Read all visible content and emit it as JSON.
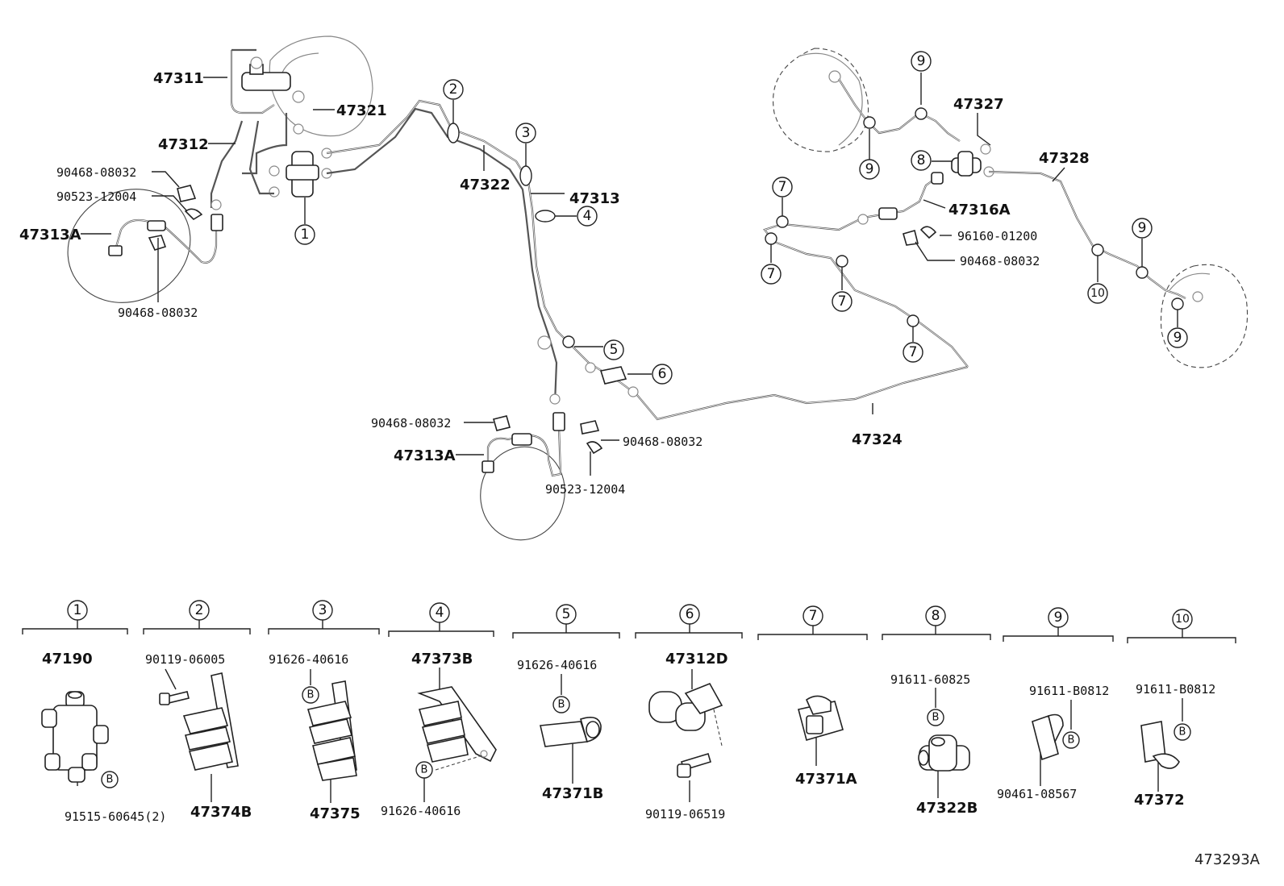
{
  "diagram_code": "473293A",
  "labels": {
    "l47311": "47311",
    "l47321": "47321",
    "l47312": "47312",
    "l90468a": "90468-08032",
    "l90523a": "90523-12004",
    "l47313Aa": "47313A",
    "l90468b": "90468-08032",
    "l47322": "47322",
    "l47313": "47313",
    "l90468c": "90468-08032",
    "l47313Ab": "47313A",
    "l90468d": "90468-08032",
    "l90523b": "90523-12004",
    "l47324": "47324",
    "l47327": "47327",
    "l47328": "47328",
    "l47316A": "47316A",
    "l96160": "96160-01200",
    "l90468e": "90468-08032"
  },
  "callout_marks": {
    "c1": "1",
    "c2": "2",
    "c3": "3",
    "c4": "4",
    "c5": "5",
    "c6": "6",
    "c7a": "7",
    "c7b": "7",
    "c7c": "7",
    "c7d": "7",
    "c8": "8",
    "c9a": "9",
    "c9b": "9",
    "c9c": "9",
    "c9d": "9",
    "c10": "10"
  },
  "detail_groups": [
    {
      "num": "1",
      "labels": [
        "47190",
        "91515-60645(2)"
      ]
    },
    {
      "num": "2",
      "labels": [
        "90119-06005",
        "47374B"
      ]
    },
    {
      "num": "3",
      "labels": [
        "91626-40616",
        "47375"
      ]
    },
    {
      "num": "4",
      "labels": [
        "47373B",
        "91626-40616"
      ]
    },
    {
      "num": "5",
      "labels": [
        "91626-40616",
        "47371B"
      ]
    },
    {
      "num": "6",
      "labels": [
        "47312D",
        "90119-06519"
      ]
    },
    {
      "num": "7",
      "labels": [
        "47371A"
      ]
    },
    {
      "num": "8",
      "labels": [
        "91611-60825",
        "47322B"
      ]
    },
    {
      "num": "9",
      "labels": [
        "91611-B0812",
        "90461-08567"
      ]
    },
    {
      "num": "10",
      "labels": [
        "91611-B0812",
        "47372"
      ]
    }
  ],
  "b_mark": "B"
}
